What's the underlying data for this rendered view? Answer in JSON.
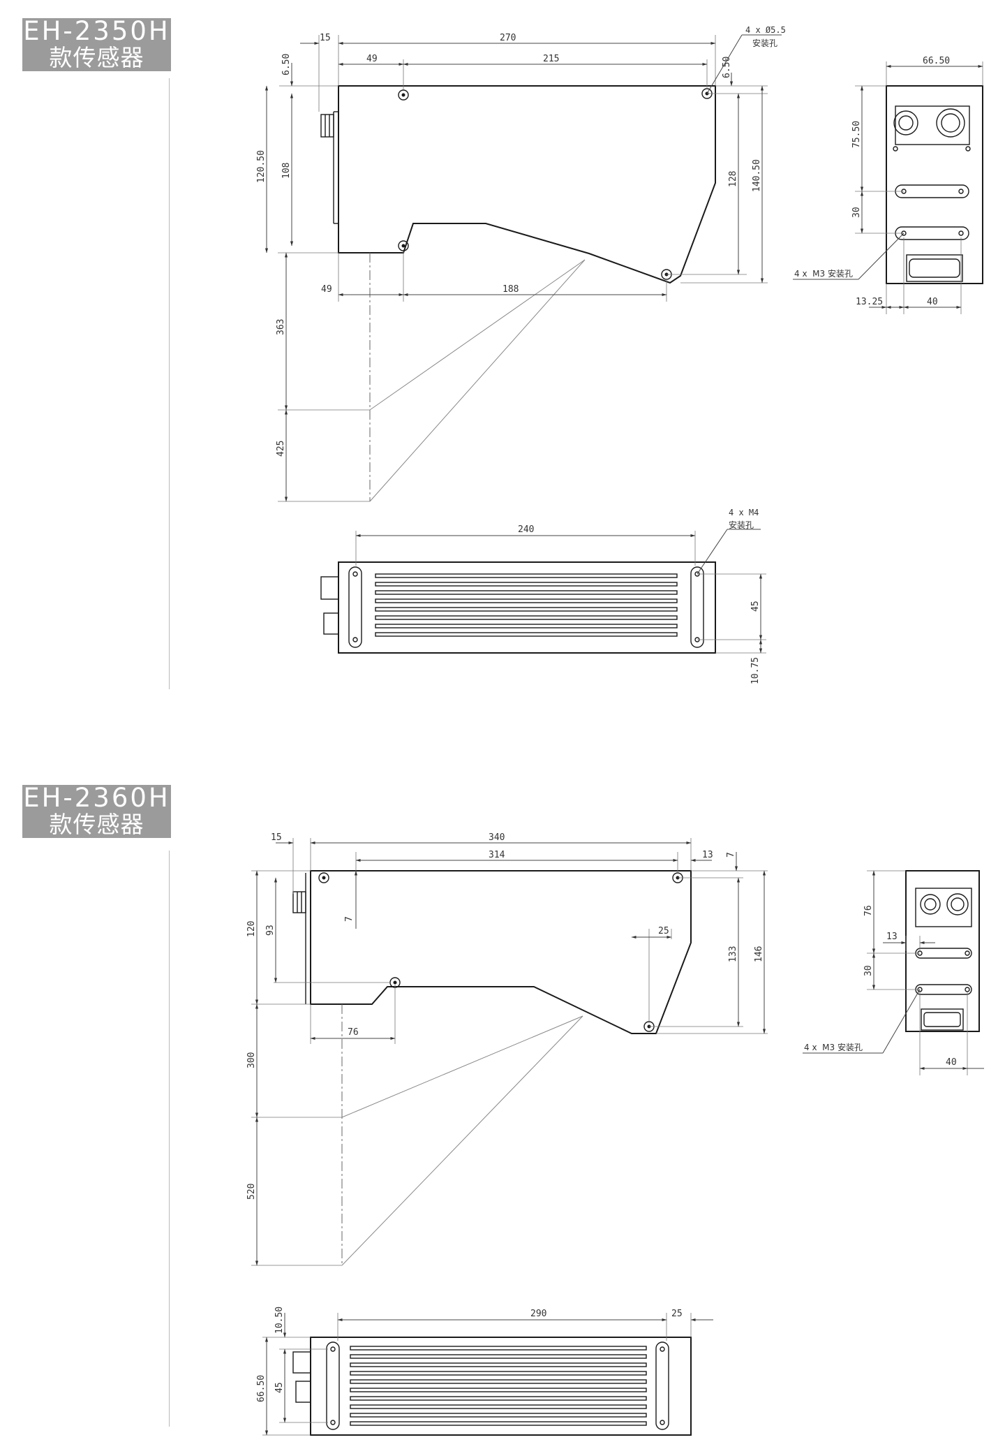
{
  "sections": [
    {
      "model": "EH-2350H",
      "subtitle": "款传感器",
      "side_dims": [
        "15",
        "270",
        "49",
        "215",
        "6.50",
        "6.50",
        "120.50",
        "108",
        "128",
        "140.50",
        "49",
        "188",
        "363",
        "425"
      ],
      "side_hole_note": [
        "4 x Ø5.5",
        "安装孔"
      ],
      "front_dims": [
        "66.50",
        "75.50",
        "30",
        "13.25",
        "40"
      ],
      "front_hole_note": "4 x  M3 安装孔",
      "bottom_dims": [
        "240",
        "45",
        "10.75"
      ],
      "bottom_hole_note": [
        "4 x M4",
        "安装孔"
      ]
    },
    {
      "model": "EH-2360H",
      "subtitle": "款传感器",
      "side_dims": [
        "15",
        "340",
        "314",
        "13",
        "7",
        "7",
        "120",
        "93",
        "25",
        "133",
        "146",
        "76",
        "300",
        "520"
      ],
      "front_dims": [
        "76",
        "13",
        "30",
        "40"
      ],
      "front_hole_note": "4 x  M3 安装孔",
      "bottom_dims": [
        "290",
        "25",
        "10.50",
        "45",
        "66.50"
      ]
    }
  ],
  "colors": {
    "tag_bg": "#9b9b9b",
    "tag_text": "#ffffff",
    "line": "#1a1a1a",
    "divider": "#b9b9b9"
  }
}
